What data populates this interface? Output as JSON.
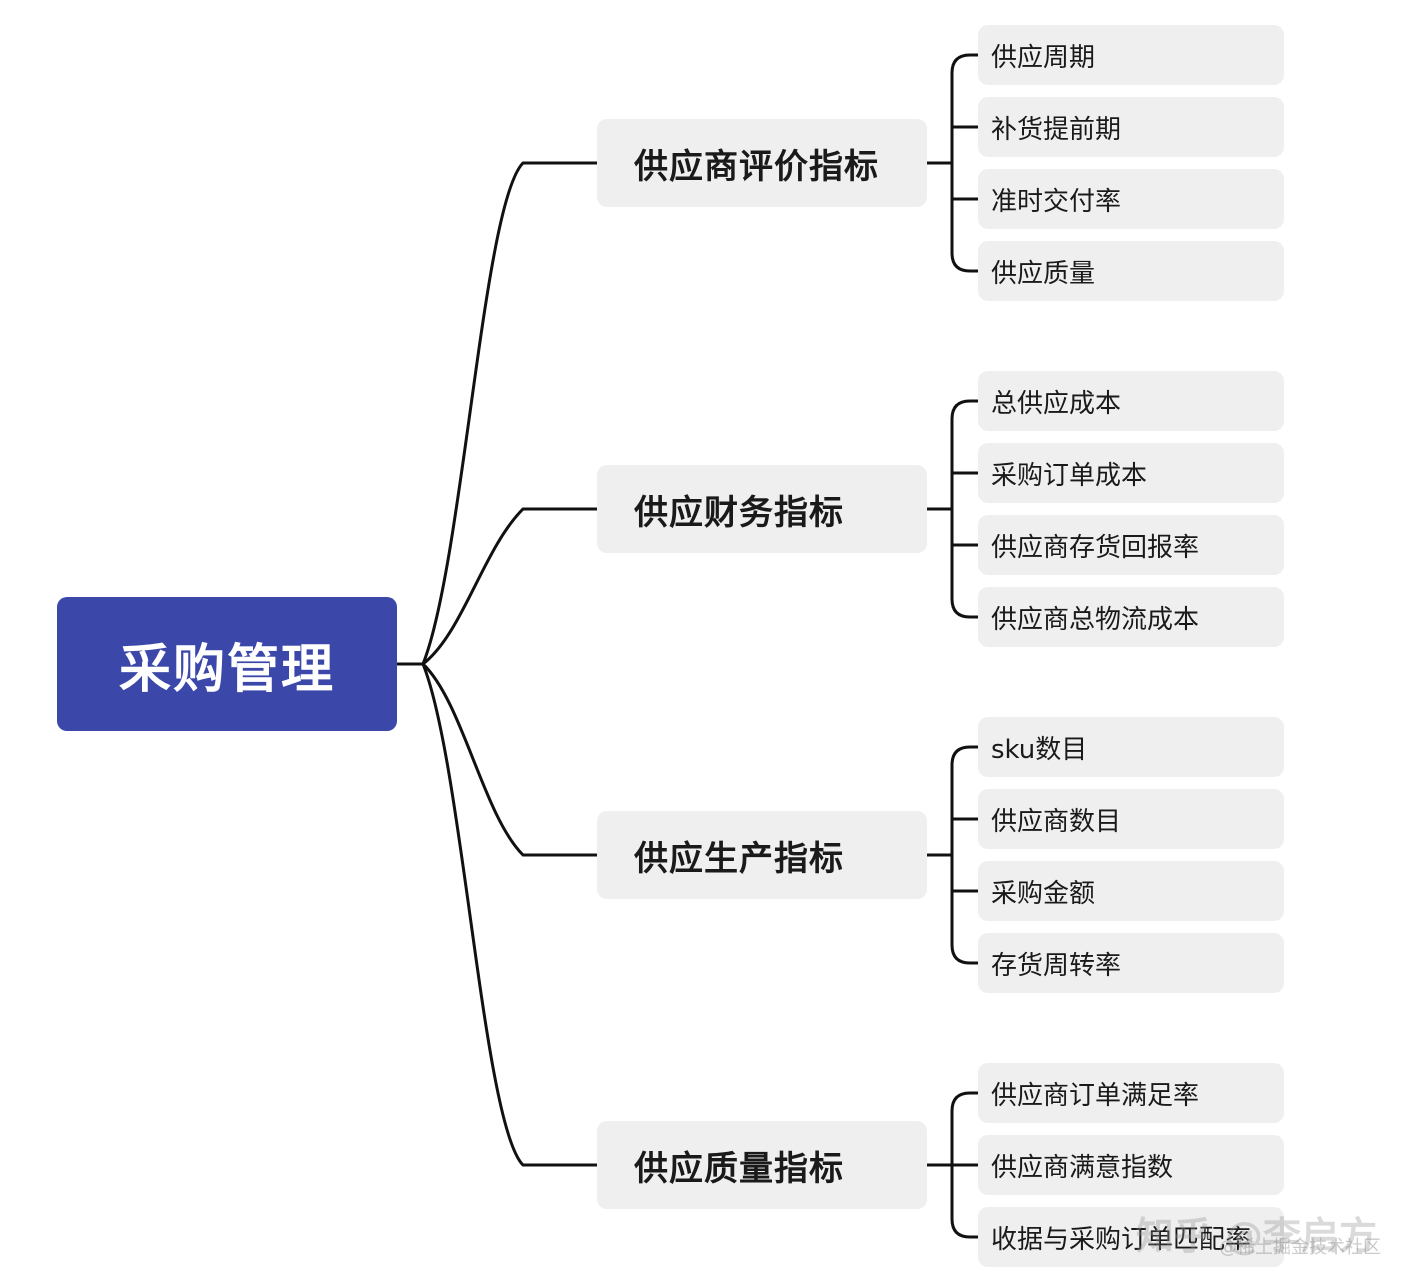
{
  "root": {
    "label": "采购管理"
  },
  "branches": [
    {
      "label": "供应商评价指标",
      "items": [
        "供应周期",
        "补货提前期",
        "准时交付率",
        "供应质量"
      ]
    },
    {
      "label": "供应财务指标",
      "items": [
        "总供应成本",
        "采购订单成本",
        "供应商存货回报率",
        "供应商总物流成本"
      ]
    },
    {
      "label": "供应生产指标",
      "items": [
        "sku数目",
        "供应商数目",
        "采购金额",
        "存货周转率"
      ]
    },
    {
      "label": "供应质量指标",
      "items": [
        "供应商订单满足率",
        "供应商满意指数",
        "收据与采购订单匹配率"
      ]
    }
  ],
  "watermark": {
    "main": "知乎 @李启方",
    "sub": "@稀土掘金技术社区"
  },
  "colors": {
    "root_fill": "#3b48aa",
    "node_fill": "#efefef",
    "connector": "#111111"
  }
}
